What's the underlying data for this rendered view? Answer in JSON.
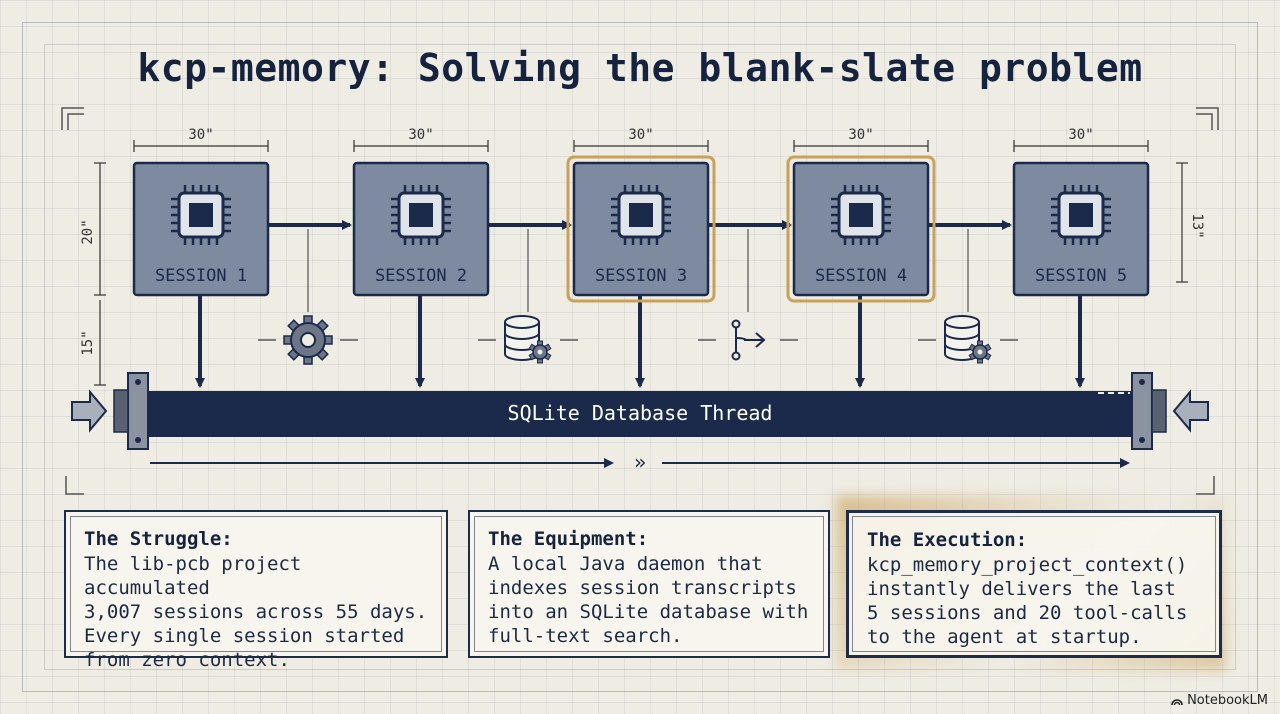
{
  "title": "kcp-memory: Solving the blank-slate problem",
  "sessions": [
    {
      "label": "SESSION 1",
      "highlighted": false
    },
    {
      "label": "SESSION 2",
      "highlighted": false
    },
    {
      "label": "SESSION 3",
      "highlighted": true
    },
    {
      "label": "SESSION 4",
      "highlighted": true
    },
    {
      "label": "SESSION 5",
      "highlighted": false
    }
  ],
  "dimensions": {
    "width_label": "30\"",
    "height_left": "20\"",
    "gap_left": "15\"",
    "height_right": "13\""
  },
  "connectors": [
    {
      "icon": "gear-icon"
    },
    {
      "icon": "database-gear-icon"
    },
    {
      "icon": "branch-merge-icon"
    },
    {
      "icon": "database-gear-icon"
    }
  ],
  "thread": {
    "label": "SQLite Database Thread"
  },
  "flow_marker": "»",
  "cards": [
    {
      "heading": "The Struggle:",
      "body": "The lib-pcb project accumulated\n3,007 sessions across 55 days.\nEvery single session started\nfrom zero context."
    },
    {
      "heading": "The Equipment:",
      "body": "A local Java daemon that\nindexes session transcripts\ninto an SQLite database with\nfull-text search."
    },
    {
      "heading": "The Execution:",
      "body": "kcp_memory_project_context()\ninstantly delivers the last\n5 sessions and 20 tool-calls\nto the agent at startup."
    }
  ],
  "brand": "NotebookLM",
  "colors": {
    "navy": "#1b2a4a",
    "session_fill": "#7d8aa0",
    "highlight": "#c9a15a",
    "paper": "#efece3"
  }
}
